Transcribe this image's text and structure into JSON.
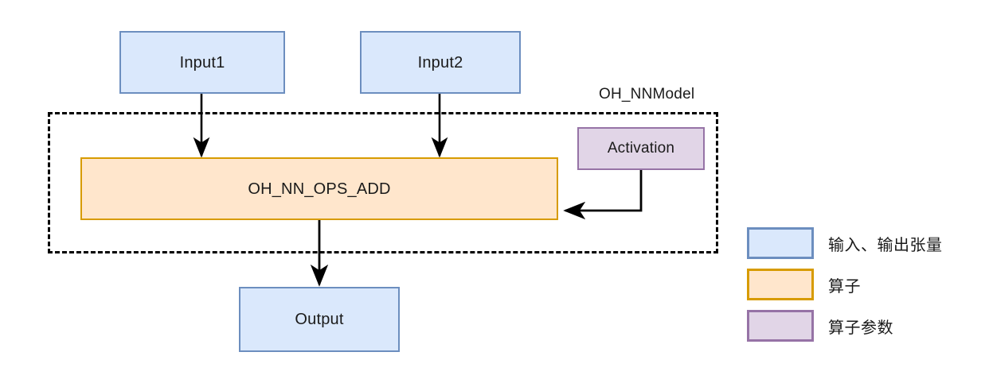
{
  "diagram": {
    "title_label": "OH_NNModel",
    "nodes": [
      {
        "id": "input1",
        "label": "Input1",
        "kind": "tensor"
      },
      {
        "id": "input2",
        "label": "Input2",
        "kind": "tensor"
      },
      {
        "id": "op_add",
        "label": "OH_NN_OPS_ADD",
        "kind": "operator"
      },
      {
        "id": "activation",
        "label": "Activation",
        "kind": "parameter"
      },
      {
        "id": "output",
        "label": "Output",
        "kind": "tensor"
      }
    ],
    "edges": [
      {
        "from": "input1",
        "to": "op_add"
      },
      {
        "from": "input2",
        "to": "op_add"
      },
      {
        "from": "activation",
        "to": "op_add"
      },
      {
        "from": "op_add",
        "to": "output"
      }
    ]
  },
  "legend": {
    "items": [
      {
        "label": "输入、输出张量",
        "fill": "#dae8fc",
        "stroke": "#6c8ebf"
      },
      {
        "label": "算子",
        "fill": "#ffe6cc",
        "stroke": "#d79b00"
      },
      {
        "label": "算子参数",
        "fill": "#e1d5e7",
        "stroke": "#9673a6"
      }
    ]
  },
  "colors": {
    "tensor_fill": "#dae8fc",
    "tensor_stroke": "#6c8ebf",
    "operator_fill": "#ffe6cc",
    "operator_stroke": "#d79b00",
    "parameter_fill": "#e1d5e7",
    "parameter_stroke": "#9673a6",
    "edge": "#000000",
    "group_border": "#000000",
    "background": "#ffffff"
  }
}
